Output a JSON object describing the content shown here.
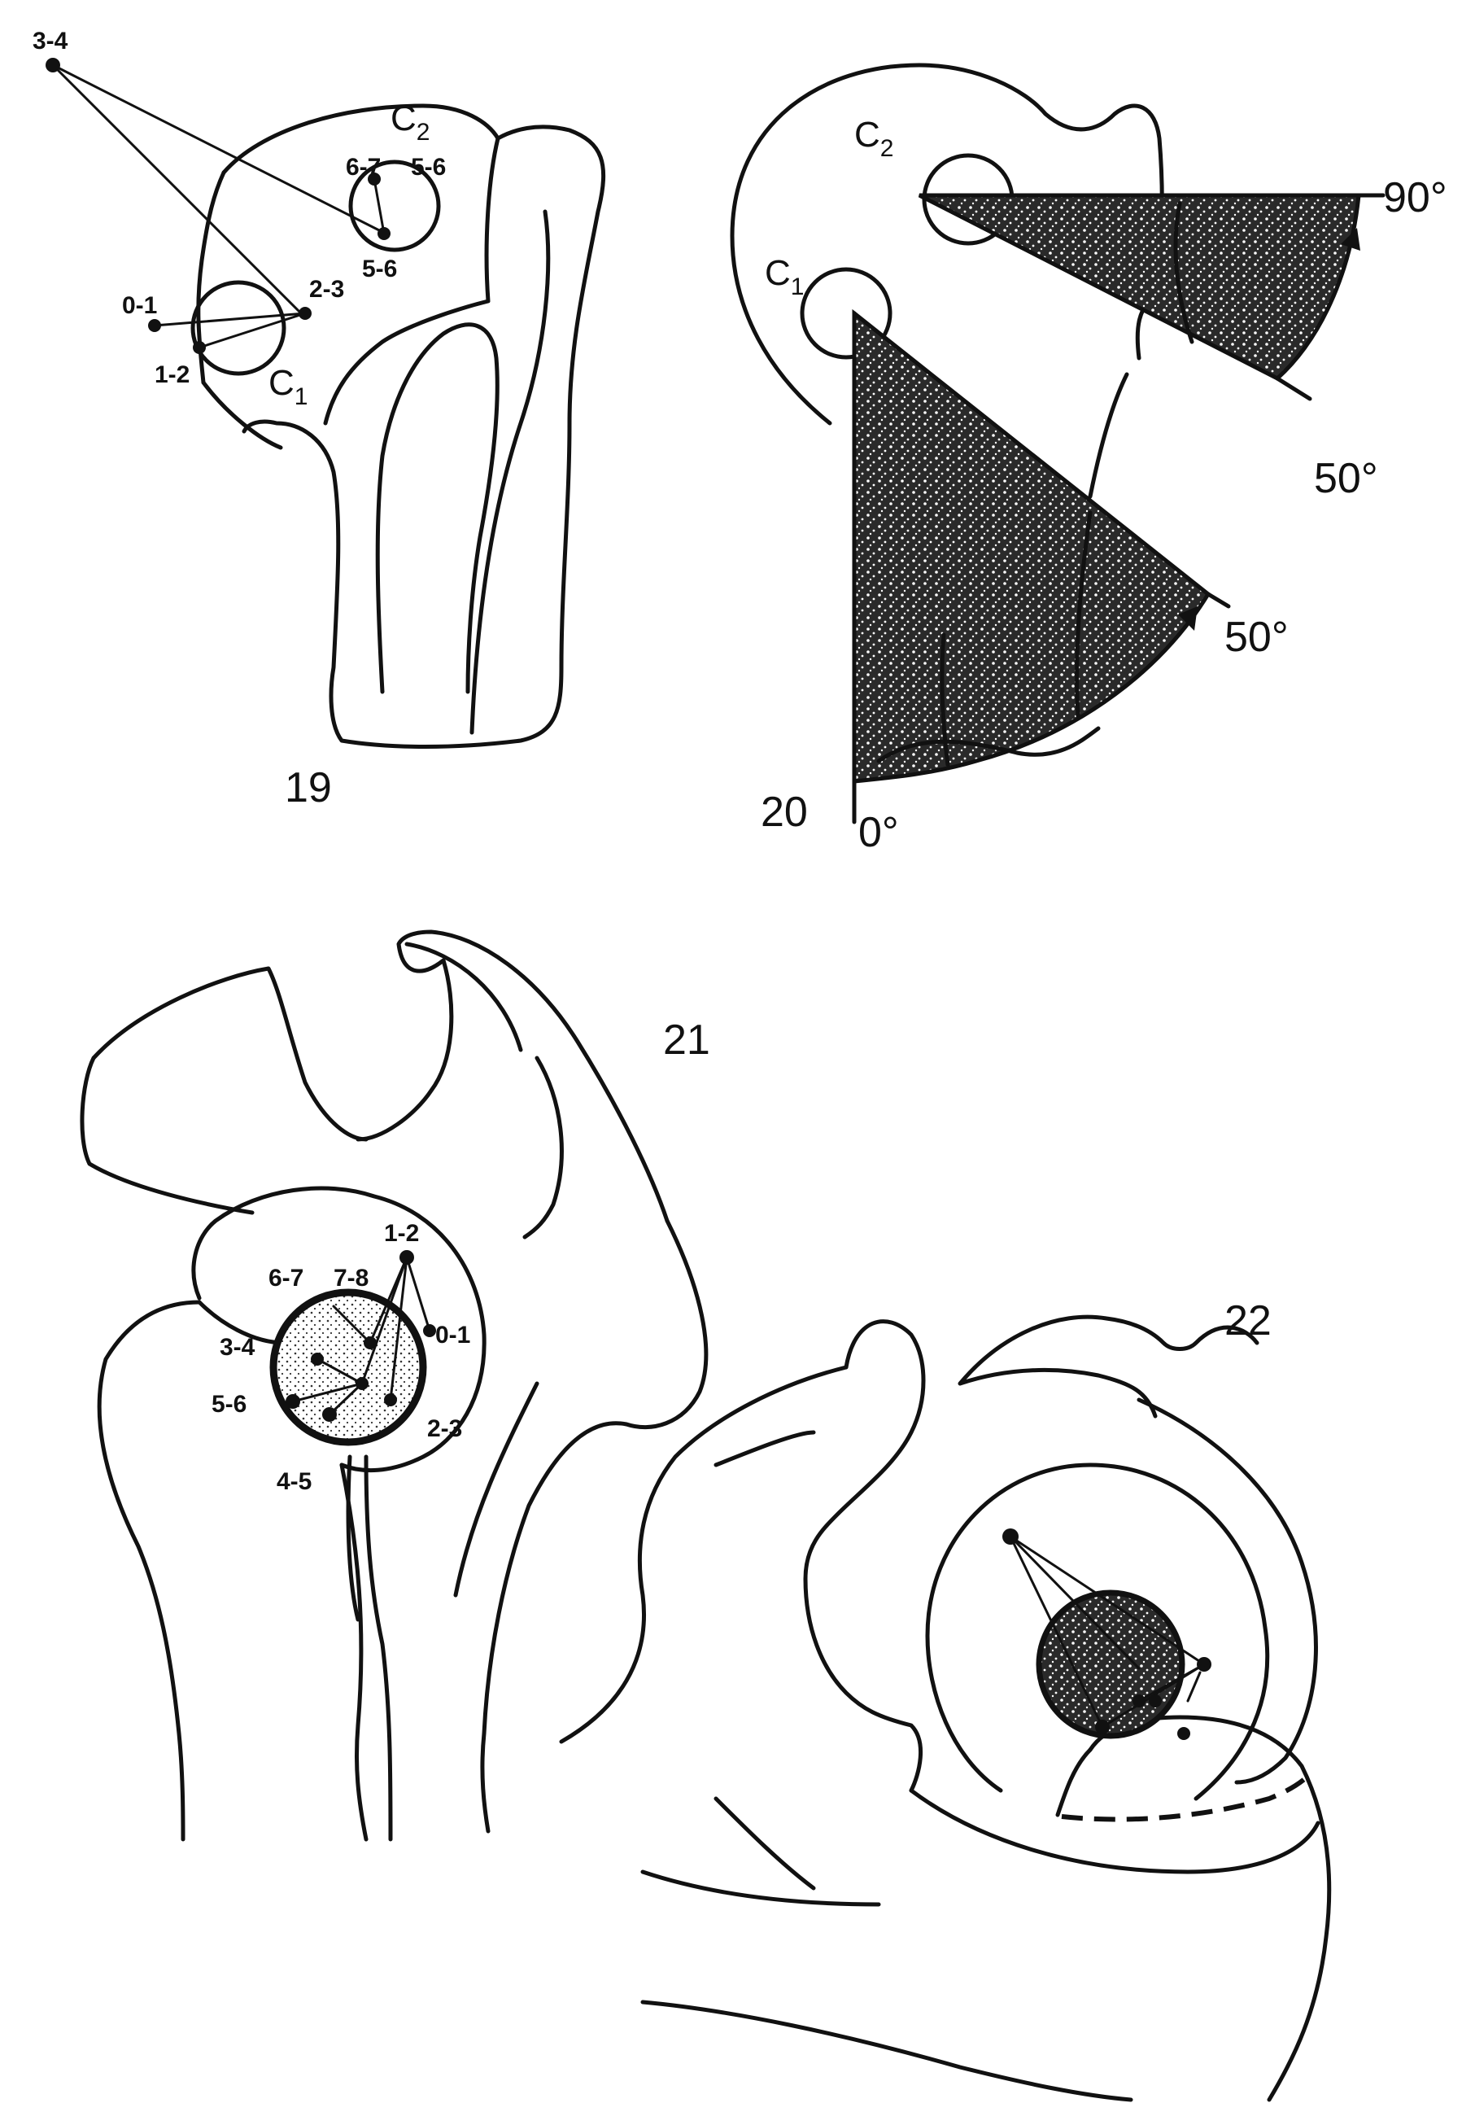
{
  "figures": [
    {
      "number": "19"
    },
    {
      "number": "20"
    },
    {
      "number": "21"
    },
    {
      "number": "22"
    }
  ],
  "fig19": {
    "centers": [
      "C",
      "1",
      "C",
      "2"
    ],
    "labels": [
      "3-4",
      "6-7",
      "5-6",
      "5-6",
      "2-3",
      "0-1",
      "1-2"
    ]
  },
  "fig20": {
    "centers": [
      "C",
      "1",
      "C",
      "2"
    ],
    "angles": [
      "90°",
      "50°",
      "50°",
      "0°"
    ]
  },
  "fig21": {
    "labels": [
      "1-2",
      "6-7",
      "7-8",
      "3-4",
      "0-1",
      "5-6",
      "2-3",
      "4-5"
    ]
  },
  "colors": {
    "ink": "#111111",
    "paper": "#ffffff"
  }
}
